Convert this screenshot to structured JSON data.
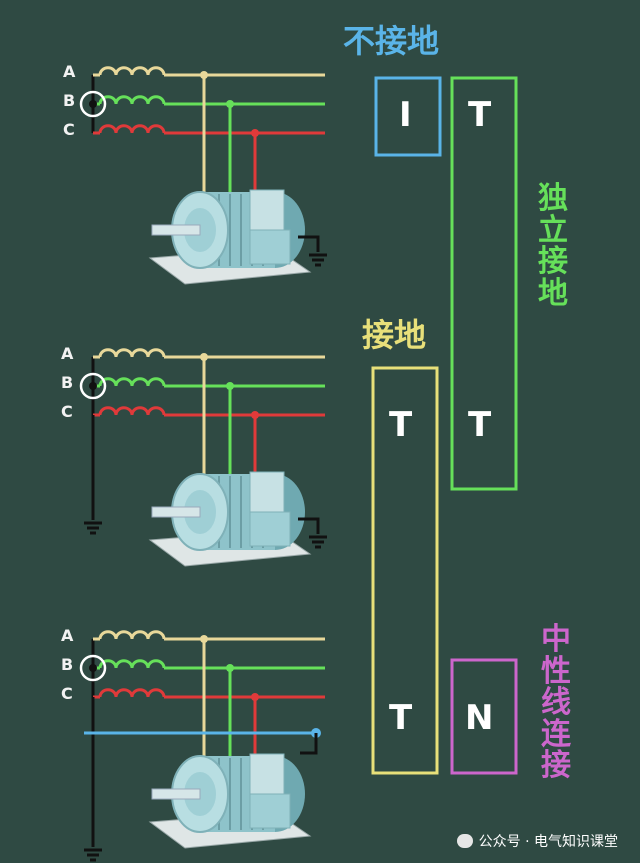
{
  "labels": {
    "ungrounded": "不接地",
    "grounded": "接地",
    "independent_ground": [
      "独",
      "立",
      "接",
      "地"
    ],
    "neutral_connection": [
      "中",
      "性",
      "线",
      "连",
      "接"
    ]
  },
  "phases": [
    "A",
    "B",
    "C"
  ],
  "systems": [
    {
      "first_letter": "I",
      "second_letter": "T"
    },
    {
      "first_letter": "T",
      "second_letter": "T"
    },
    {
      "first_letter": "T",
      "second_letter": "N"
    }
  ],
  "watermark": "公众号 · 电气知识课堂",
  "colors": {
    "background": "#2f4a43",
    "phase_a": "#e8d89a",
    "phase_b": "#66e05a",
    "phase_c": "#e03a3a",
    "neutral": "#5ab4e8",
    "ungrounded": "#5ab4e8",
    "grounded": "#e8e07a",
    "independent_ground": "#66e05a",
    "neutral_connection": "#cc66cc"
  }
}
